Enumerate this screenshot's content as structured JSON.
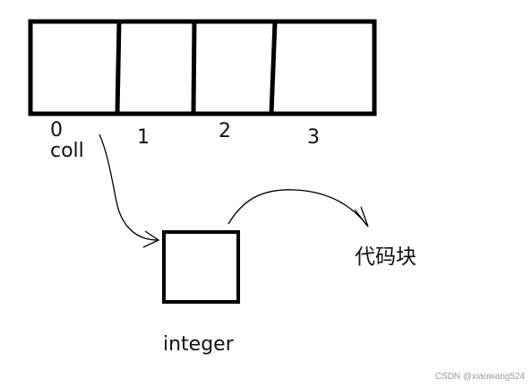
{
  "array": {
    "indices": [
      "0",
      "1",
      "2",
      "3"
    ],
    "pointer_name": "coll"
  },
  "object": {
    "label": "integer"
  },
  "code_block": {
    "label": "代码块"
  },
  "watermark": "CSDN @xiaowang524"
}
